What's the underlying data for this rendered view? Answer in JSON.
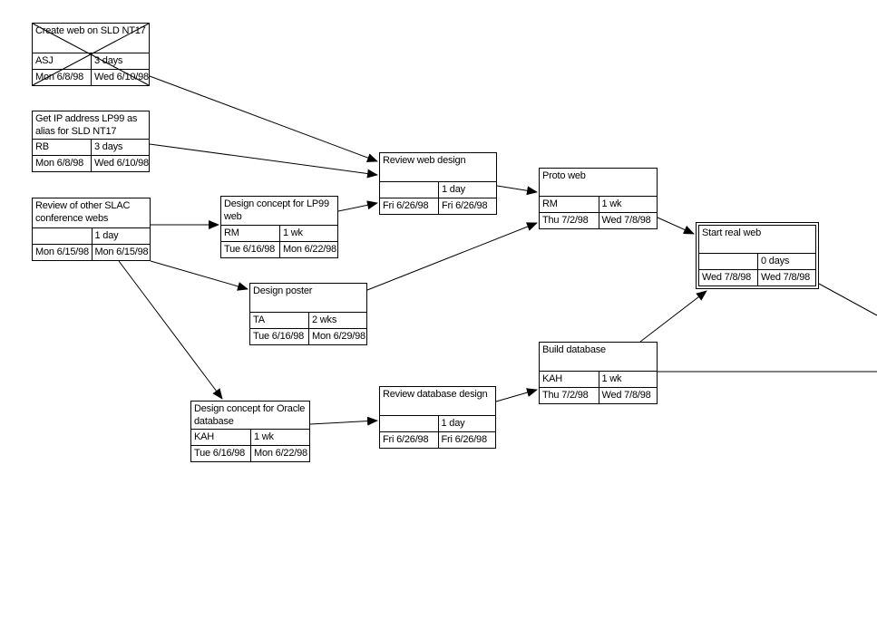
{
  "diagram": {
    "type": "project-network-diagram",
    "background_color": "#ffffff",
    "line_color": "#000000",
    "completed_marker": "x-cross",
    "milestone_marker": "double-border"
  },
  "tasks": [
    {
      "id": "create-web",
      "name": "Create web on SLD NT17",
      "resource": "ASJ",
      "duration": "3 days",
      "start": "Mon 6/8/98",
      "finish": "Wed 6/10/98",
      "completed": true,
      "milestone": false
    },
    {
      "id": "get-ip",
      "name": "Get IP address LP99 as alias for SLD NT17",
      "resource": "RB",
      "duration": "3 days",
      "start": "Mon 6/8/98",
      "finish": "Wed 6/10/98",
      "completed": false,
      "milestone": false
    },
    {
      "id": "review-slac",
      "name": "Review of other SLAC conference webs",
      "resource": "",
      "duration": "1 day",
      "start": "Mon 6/15/98",
      "finish": "Mon 6/15/98",
      "completed": false,
      "milestone": false
    },
    {
      "id": "design-lp99",
      "name": "Design concept for LP99 web",
      "resource": "RM",
      "duration": "1 wk",
      "start": "Tue 6/16/98",
      "finish": "Mon 6/22/98",
      "completed": false,
      "milestone": false
    },
    {
      "id": "design-poster",
      "name": "Design poster",
      "resource": "TA",
      "duration": "2 wks",
      "start": "Tue 6/16/98",
      "finish": "Mon 6/29/98",
      "completed": false,
      "milestone": false
    },
    {
      "id": "design-oracle",
      "name": "Design concept for Oracle database",
      "resource": "KAH",
      "duration": "1 wk",
      "start": "Tue 6/16/98",
      "finish": "Mon 6/22/98",
      "completed": false,
      "milestone": false
    },
    {
      "id": "review-web",
      "name": "Review web design",
      "resource": "",
      "duration": "1 day",
      "start": "Fri 6/26/98",
      "finish": "Fri 6/26/98",
      "completed": false,
      "milestone": false
    },
    {
      "id": "review-db",
      "name": "Review database design",
      "resource": "",
      "duration": "1 day",
      "start": "Fri 6/26/98",
      "finish": "Fri 6/26/98",
      "completed": false,
      "milestone": false
    },
    {
      "id": "proto-web",
      "name": "Proto web",
      "resource": "RM",
      "duration": "1 wk",
      "start": "Thu 7/2/98",
      "finish": "Wed 7/8/98",
      "completed": false,
      "milestone": false
    },
    {
      "id": "build-db",
      "name": "Build database",
      "resource": "KAH",
      "duration": "1 wk",
      "start": "Thu 7/2/98",
      "finish": "Wed 7/8/98",
      "completed": false,
      "milestone": false
    },
    {
      "id": "start-real-web",
      "name": "Start real web",
      "resource": "",
      "duration": "0 days",
      "start": "Wed 7/8/98",
      "finish": "Wed 7/8/98",
      "completed": false,
      "milestone": true
    }
  ],
  "links": [
    {
      "from": "create-web",
      "to": "review-web"
    },
    {
      "from": "get-ip",
      "to": "review-web"
    },
    {
      "from": "review-slac",
      "to": "design-lp99"
    },
    {
      "from": "review-slac",
      "to": "design-poster"
    },
    {
      "from": "review-slac",
      "to": "design-oracle"
    },
    {
      "from": "design-lp99",
      "to": "review-web"
    },
    {
      "from": "design-poster",
      "to": "proto-web"
    },
    {
      "from": "review-web",
      "to": "proto-web"
    },
    {
      "from": "design-oracle",
      "to": "review-db"
    },
    {
      "from": "review-db",
      "to": "build-db"
    },
    {
      "from": "proto-web",
      "to": "start-real-web"
    },
    {
      "from": "build-db",
      "to": "start-real-web"
    },
    {
      "from": "build-db",
      "to": "(offscreen right)"
    },
    {
      "from": "start-real-web",
      "to": "(offscreen right)"
    }
  ]
}
